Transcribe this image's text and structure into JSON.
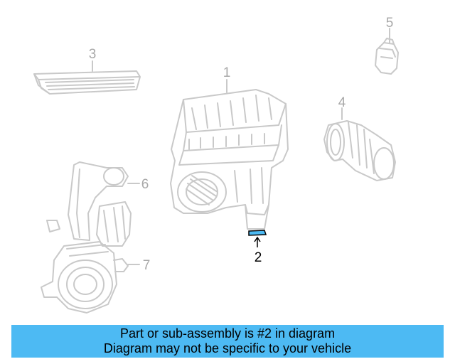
{
  "diagram": {
    "callouts": {
      "c1": "1",
      "c2": "2",
      "c3": "3",
      "c4": "4",
      "c5": "5",
      "c6": "6",
      "c7": "7"
    },
    "highlighted_part": "2",
    "colors": {
      "part_line": "#c9c9c9",
      "label_gray": "#a8a8a8",
      "highlight_blue": "#4dbaf3",
      "highlight_label": "#000000"
    }
  },
  "banner": {
    "line1": "Part or sub-assembly is #2 in diagram",
    "line2": "Diagram may not be specific to your vehicle",
    "background": "#4dbaf3"
  }
}
